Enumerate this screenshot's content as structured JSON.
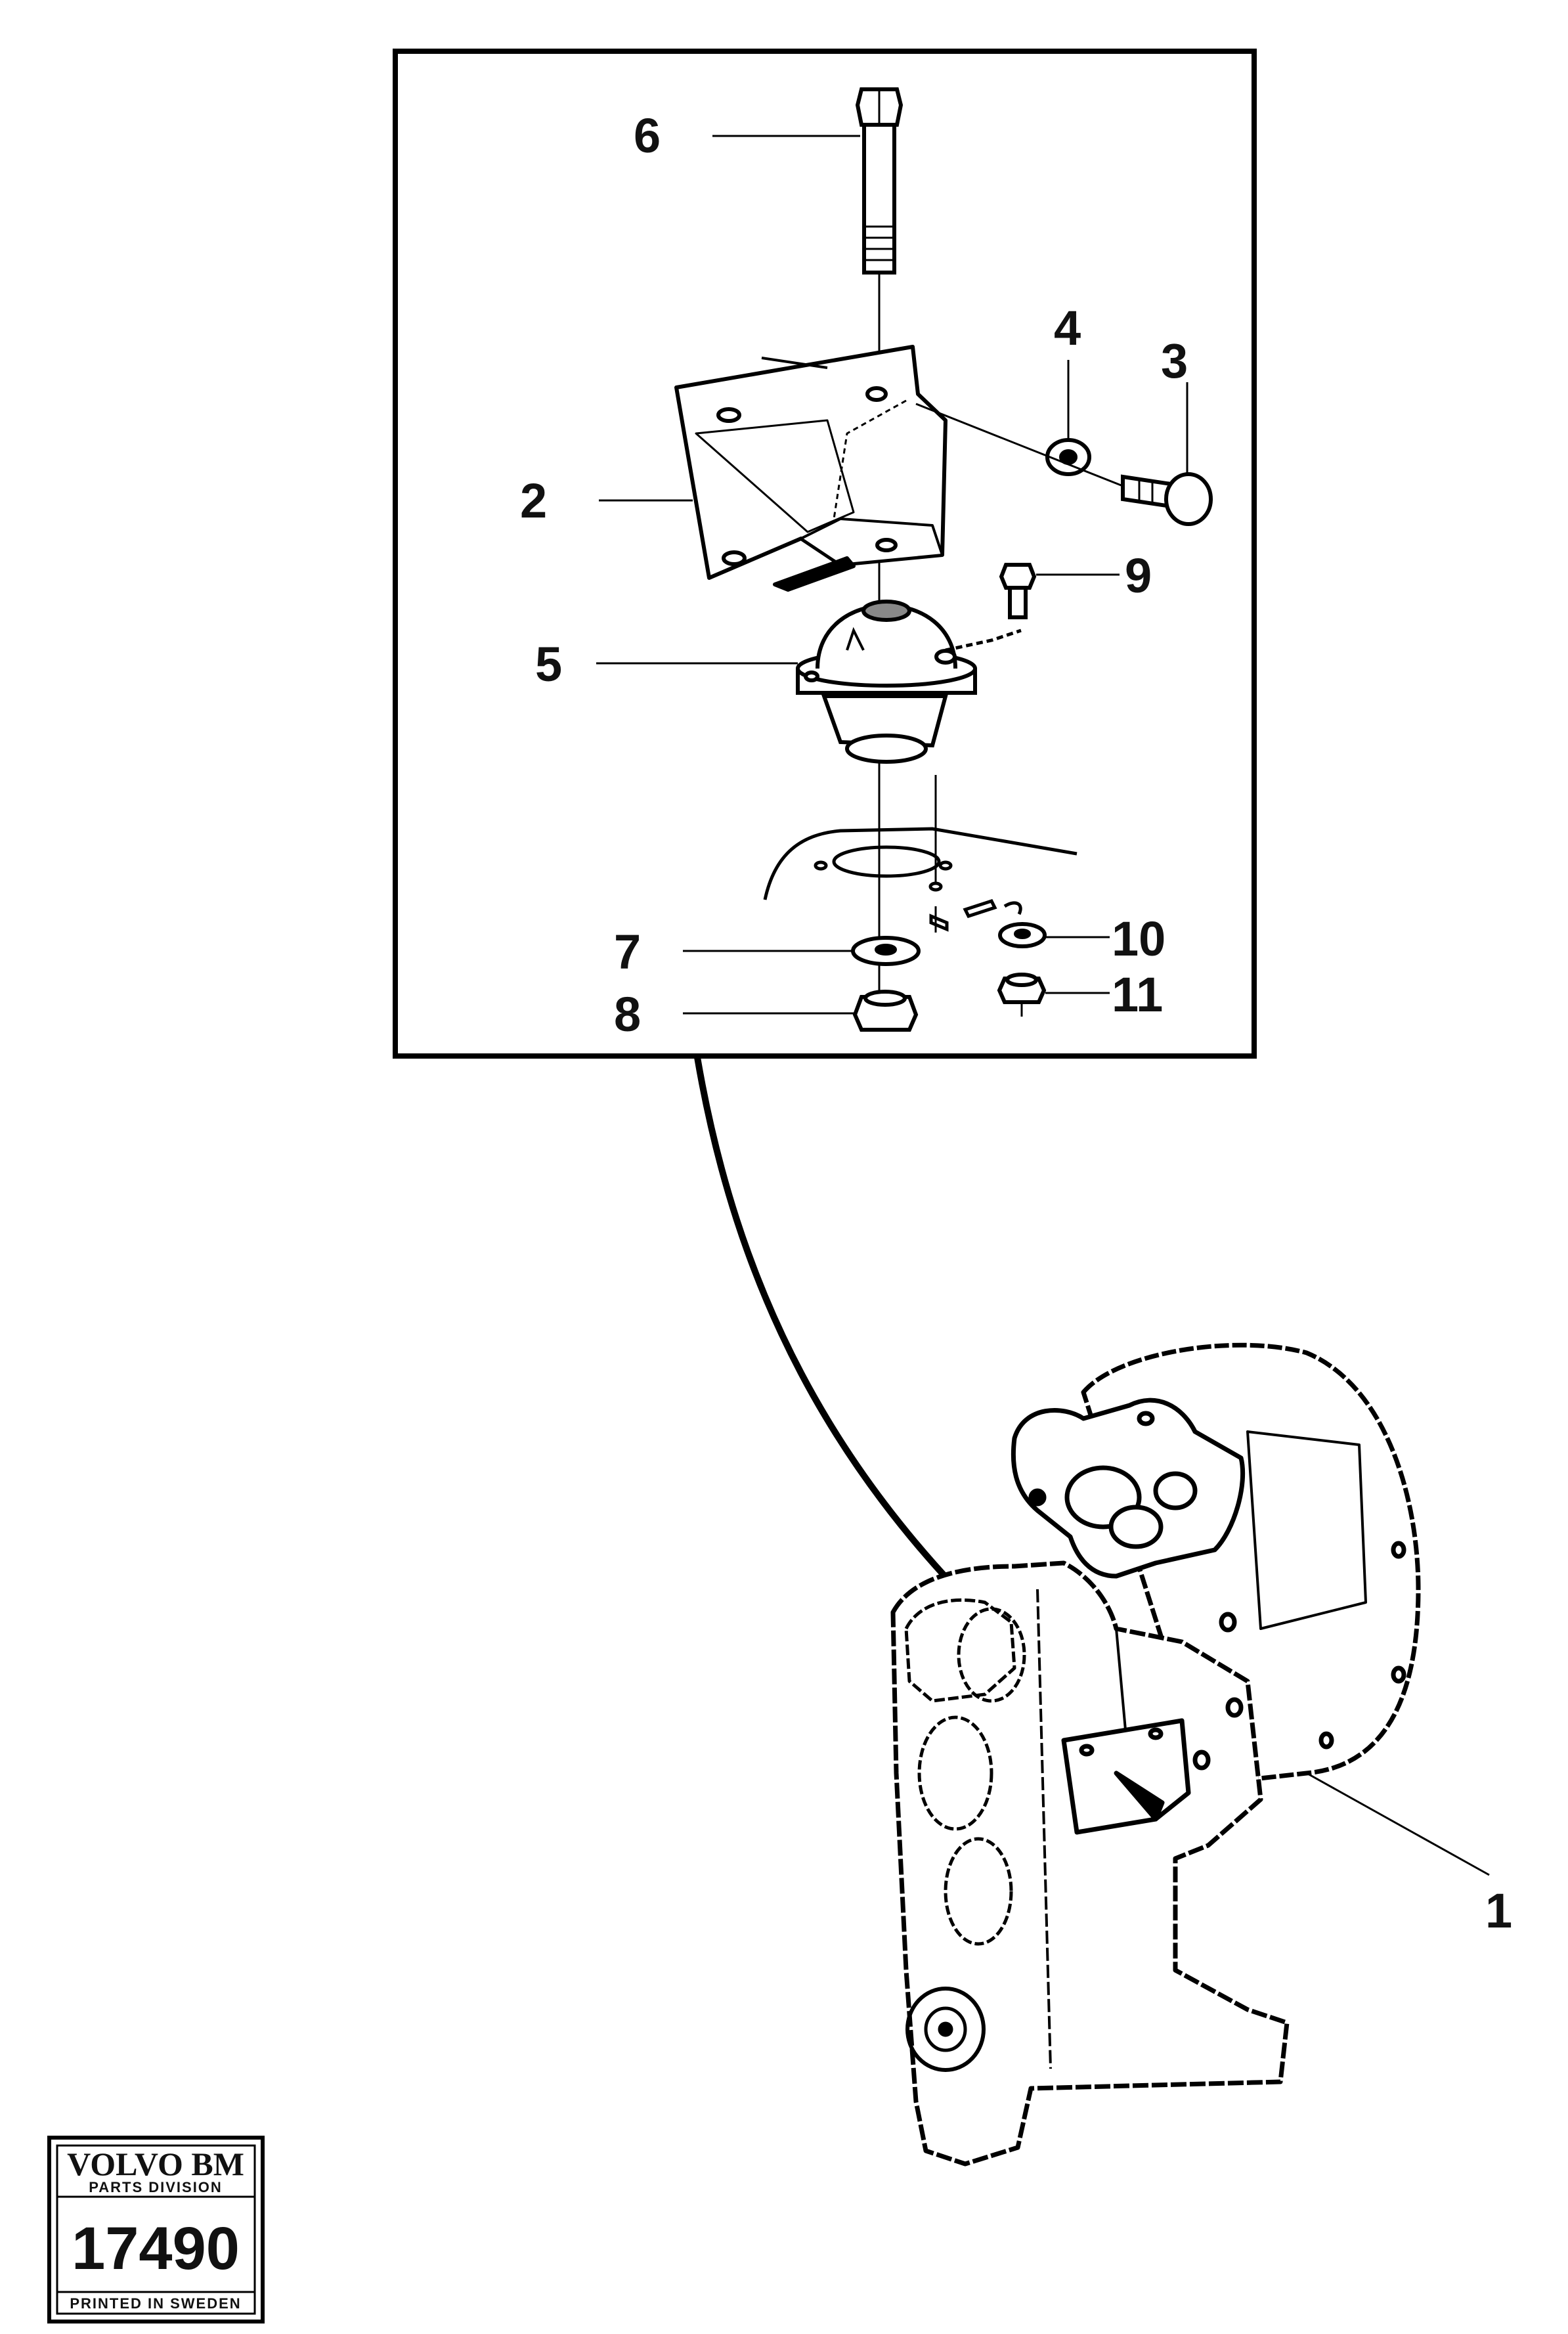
{
  "callouts": {
    "c1": "1",
    "c2": "2",
    "c3": "3",
    "c4": "4",
    "c5": "5",
    "c6": "6",
    "c7": "7",
    "c8": "8",
    "c9": "9",
    "c10": "10",
    "c11": "11"
  },
  "stamp": {
    "brand": "VOLVO BM",
    "division": "PARTS DIVISION",
    "number": "17490",
    "printed": "PRINTED IN SWEDEN"
  }
}
